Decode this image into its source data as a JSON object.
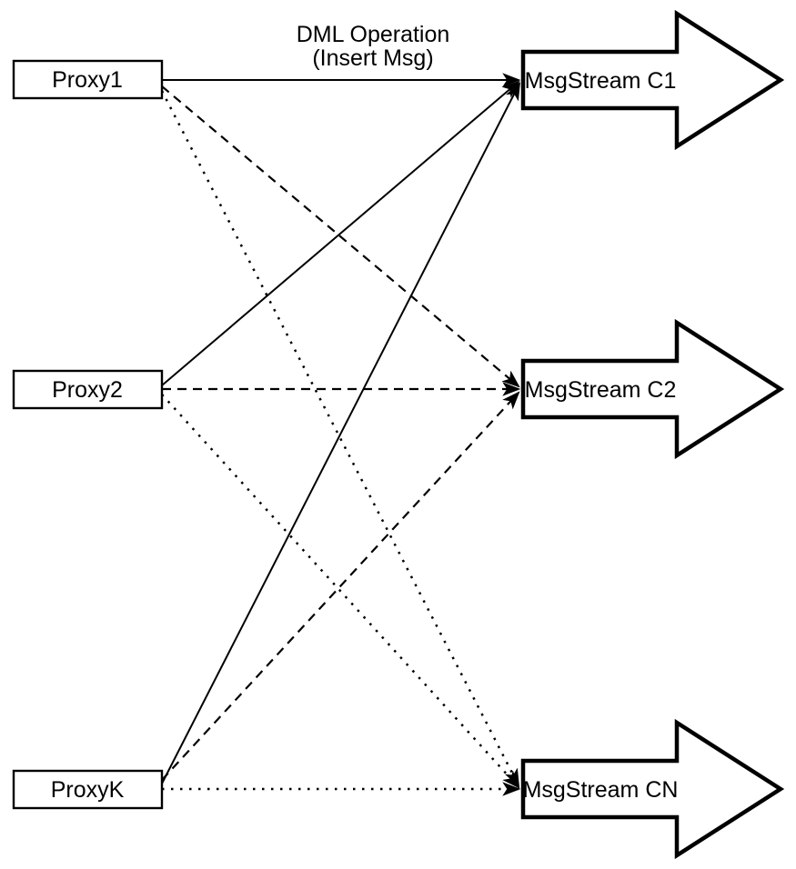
{
  "title": {
    "line1": "DML Operation",
    "line2": "(Insert Msg)"
  },
  "proxies": [
    {
      "label": "Proxy1"
    },
    {
      "label": "Proxy2"
    },
    {
      "label": "ProxyK"
    }
  ],
  "streams": [
    {
      "label": "MsgStream C1"
    },
    {
      "label": "MsgStream C2"
    },
    {
      "label": "MsgStream CN"
    }
  ],
  "connections": [
    {
      "from": "Proxy1",
      "to": "MsgStream C1",
      "style": "solid"
    },
    {
      "from": "Proxy2",
      "to": "MsgStream C1",
      "style": "solid"
    },
    {
      "from": "ProxyK",
      "to": "MsgStream C1",
      "style": "solid"
    },
    {
      "from": "Proxy1",
      "to": "MsgStream C2",
      "style": "dashed"
    },
    {
      "from": "Proxy2",
      "to": "MsgStream C2",
      "style": "dashed"
    },
    {
      "from": "ProxyK",
      "to": "MsgStream C2",
      "style": "dashed"
    },
    {
      "from": "Proxy1",
      "to": "MsgStream CN",
      "style": "dotted"
    },
    {
      "from": "Proxy2",
      "to": "MsgStream CN",
      "style": "dotted"
    },
    {
      "from": "ProxyK",
      "to": "MsgStream CN",
      "style": "dotted"
    }
  ],
  "colors": {
    "line": "#000000",
    "node_fill": "#ffffff",
    "background": "#ffffff"
  }
}
